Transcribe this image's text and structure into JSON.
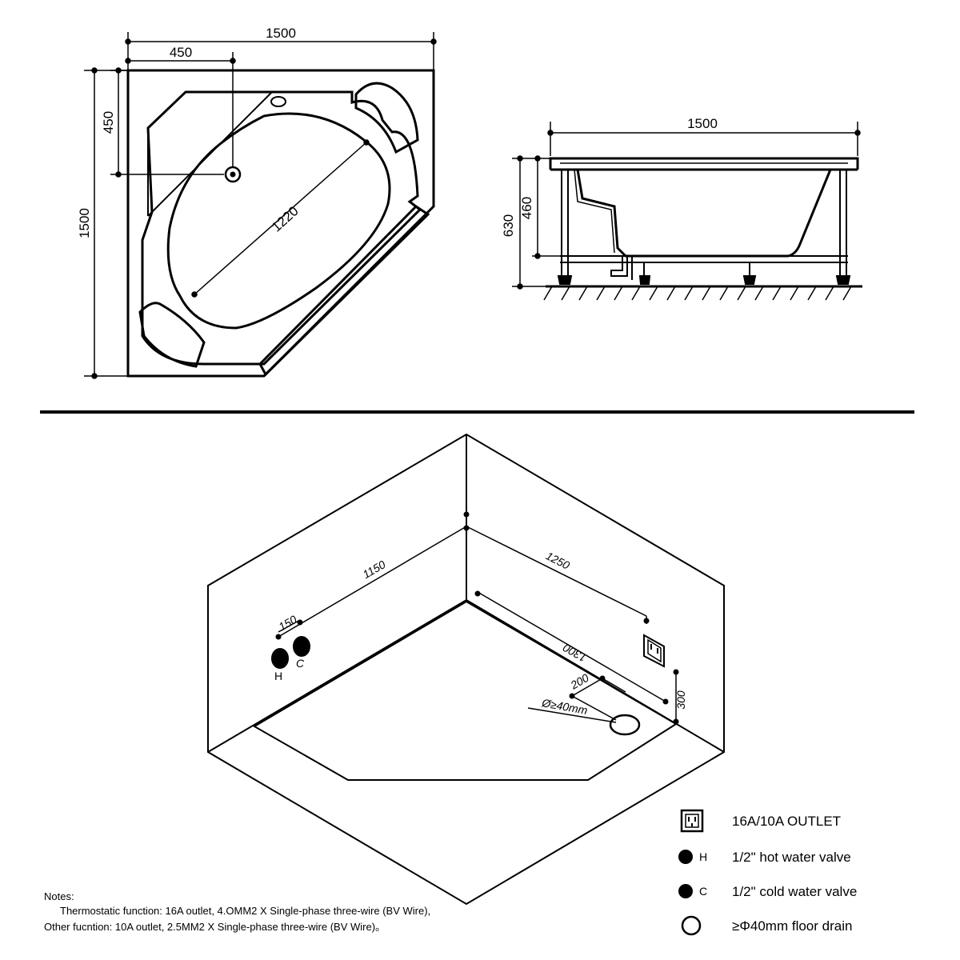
{
  "plan_view": {
    "dim_width": "1500",
    "dim_drain_offset_x": "450",
    "dim_drain_offset_y": "450",
    "dim_height": "1500",
    "dim_inner_length": "1220"
  },
  "side_view": {
    "dim_width": "1500",
    "dim_total_height": "630",
    "dim_tub_height": "460"
  },
  "iso_view": {
    "dim_left_wall": "1150",
    "dim_right_wall": "1250",
    "dim_valve_offset": "150",
    "dim_floor_length": "1300",
    "dim_drain_offset": "200",
    "dim_outlet_height": "300",
    "dim_drain_diameter": "Ø≥40mm",
    "label_hot": "H",
    "label_cold": "C"
  },
  "legend": {
    "items": [
      {
        "symbol": "outlet-icon",
        "letter": "",
        "text": "16A/10A OUTLET"
      },
      {
        "symbol": "hot-valve-icon",
        "letter": "H",
        "text": "1/2\" hot water valve"
      },
      {
        "symbol": "cold-valve-icon",
        "letter": "C",
        "text": "1/2\" cold water valve"
      },
      {
        "symbol": "floor-drain-icon",
        "letter": "",
        "text": "≥Φ40mm floor drain"
      }
    ]
  },
  "notes": {
    "heading": "Notes:",
    "line1": "Thermostatic function: 16A outlet, 4.OMM2 X Single-phase three-wire (BV Wire),",
    "line2": "Other fucntion: 10A outlet, 2.5MM2 X Single-phase three-wire (BV Wire)。"
  }
}
